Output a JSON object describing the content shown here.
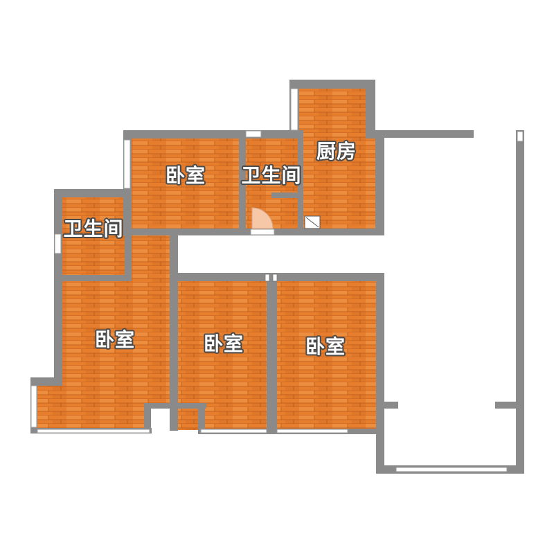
{
  "plan": {
    "colors": {
      "floor": "#e67e2e",
      "floor_light": "#f19a4a",
      "floor_dark": "#cf6a1f",
      "plank_line": "#b8591a",
      "wall": "#8a8a8a",
      "window": "#ffffff",
      "door": "#f6c8a8",
      "label_fill": "#ffffff",
      "label_stroke": "#4a4a4a"
    },
    "rooms": {
      "bedroom_top": {
        "label": "卧室"
      },
      "bath_top": {
        "label": "卫生间"
      },
      "kitchen": {
        "label": "厨房"
      },
      "bath_left": {
        "label": "卫生间"
      },
      "bedroom_left": {
        "label": "卧室"
      },
      "bedroom_mid": {
        "label": "卧室"
      },
      "bedroom_right": {
        "label": "卧室"
      }
    }
  }
}
